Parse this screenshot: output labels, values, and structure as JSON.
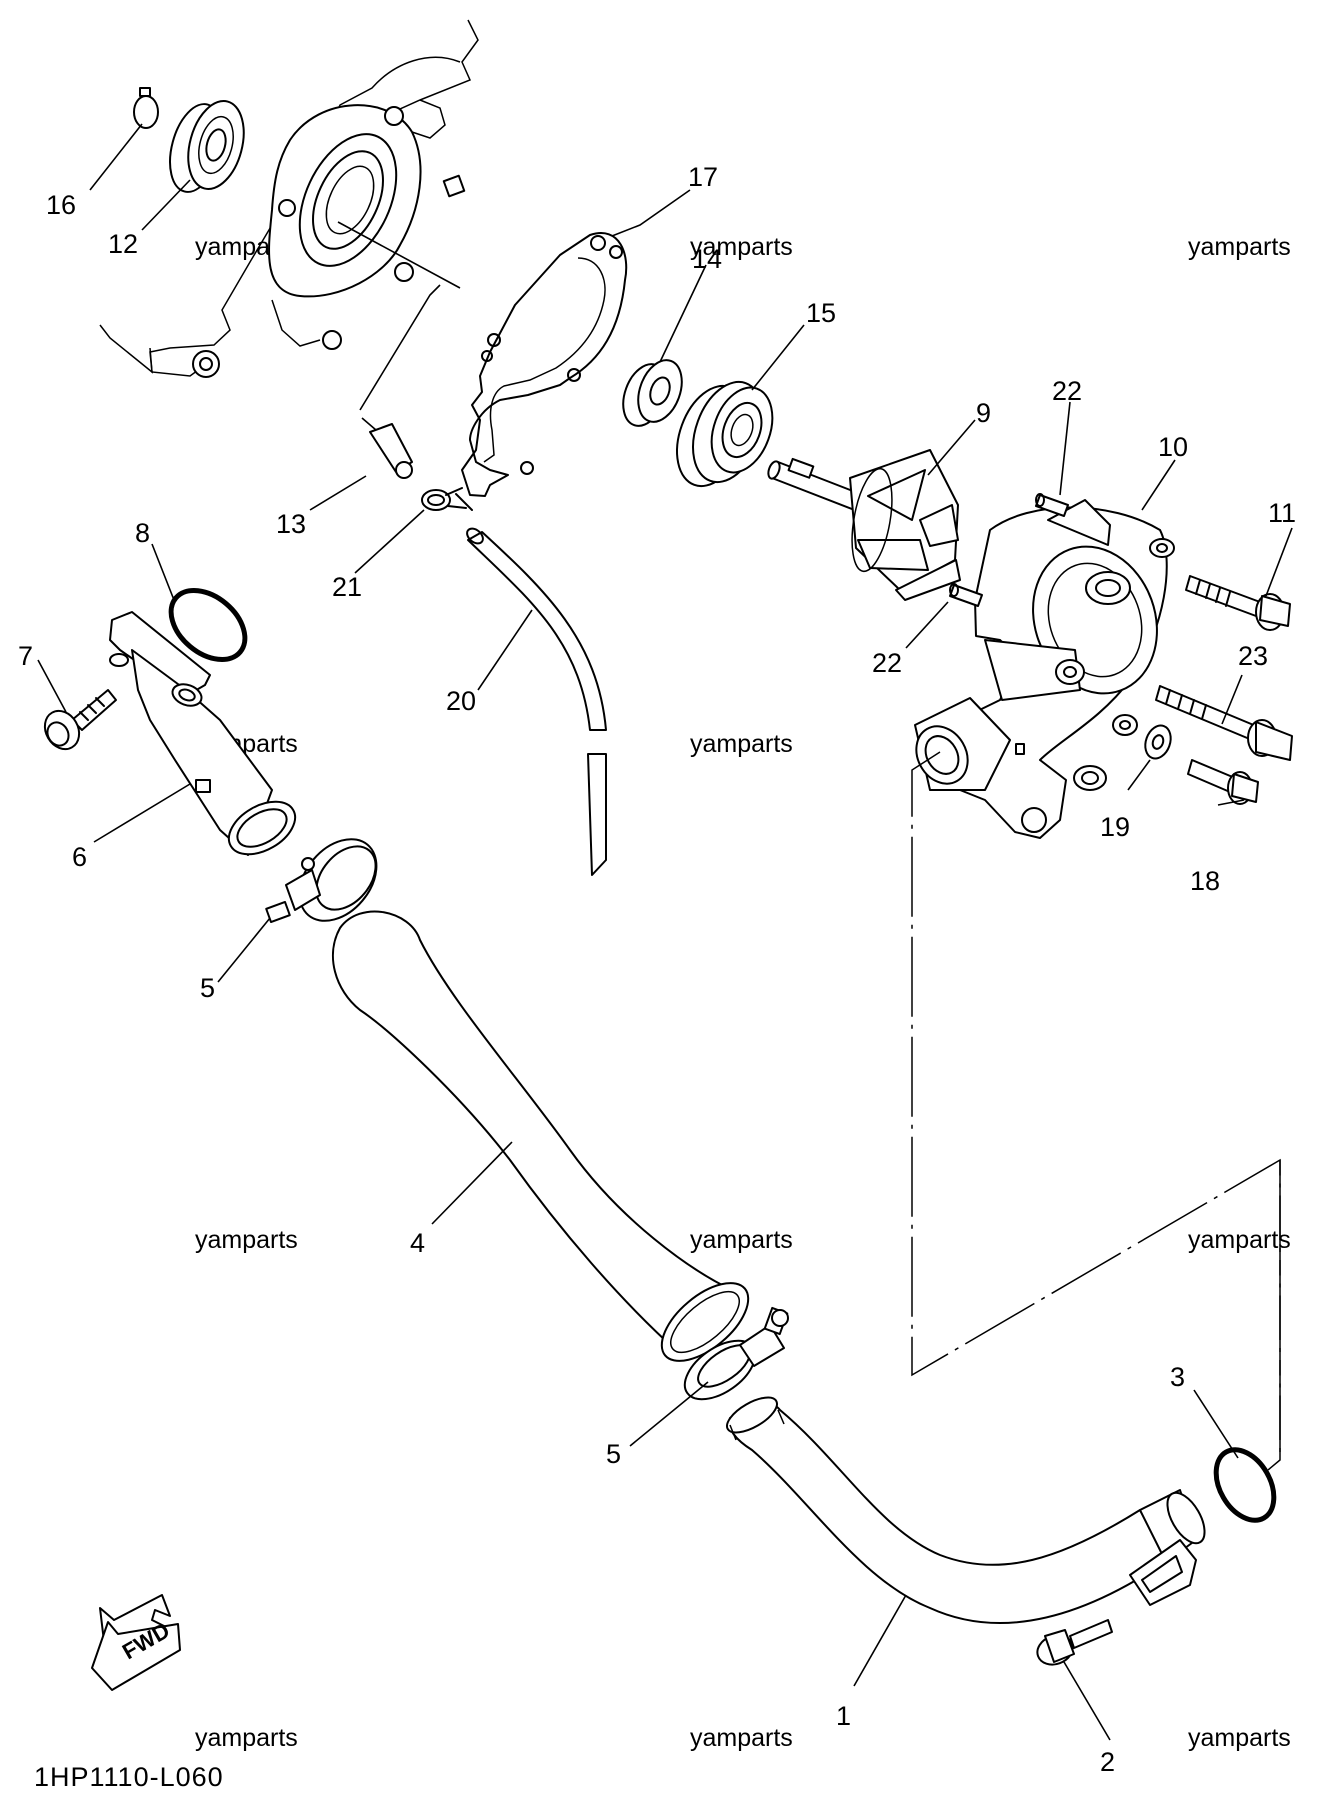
{
  "diagram": {
    "part_numbers": [
      "1",
      "2",
      "3",
      "4",
      "5",
      "5",
      "6",
      "7",
      "8",
      "9",
      "10",
      "11",
      "12",
      "13",
      "14",
      "15",
      "16",
      "17",
      "18",
      "19",
      "20",
      "21",
      "22",
      "22",
      "23"
    ],
    "watermark": "yamparts",
    "drawing_code": "1HP1110-L060",
    "fwd_label": "FWD"
  }
}
